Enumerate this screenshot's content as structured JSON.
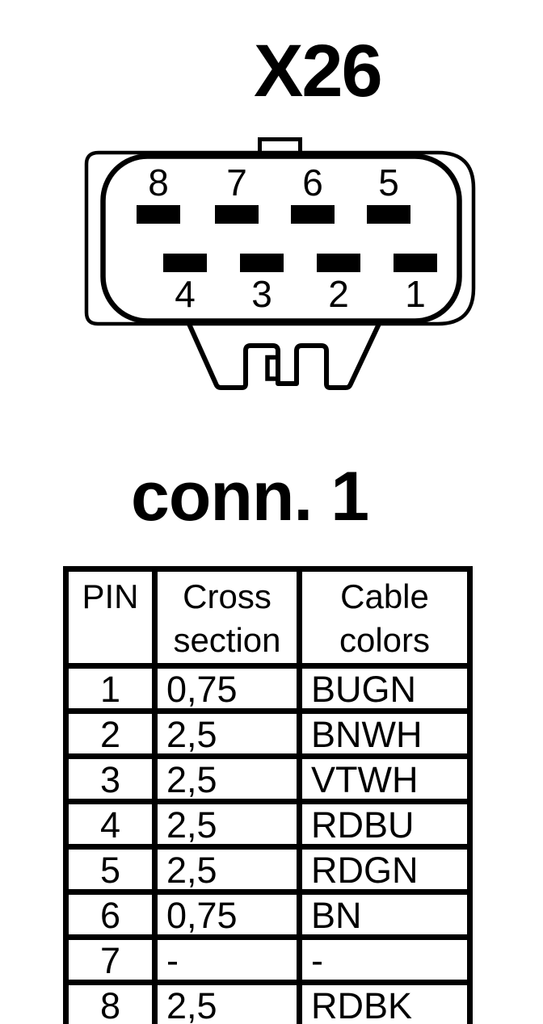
{
  "colors": {
    "ink": "#000000",
    "paper": "#ffffff"
  },
  "connector": {
    "title": "X26",
    "pins_top": [
      "8",
      "7",
      "6",
      "5"
    ],
    "pins_bottom": [
      "4",
      "3",
      "2",
      "1"
    ]
  },
  "section": {
    "title": "conn. 1"
  },
  "table": {
    "headers": {
      "pin": "PIN",
      "cross_section": "Cross section",
      "cable_colors": "Cable colors"
    },
    "rows": [
      {
        "pin": "1",
        "cross_section": "0,75",
        "cable_colors": "BUGN"
      },
      {
        "pin": "2",
        "cross_section": "2,5",
        "cable_colors": "BNWH"
      },
      {
        "pin": "3",
        "cross_section": "2,5",
        "cable_colors": "VTWH"
      },
      {
        "pin": "4",
        "cross_section": "2,5",
        "cable_colors": "RDBU"
      },
      {
        "pin": "5",
        "cross_section": "2,5",
        "cable_colors": "RDGN"
      },
      {
        "pin": "6",
        "cross_section": "0,75",
        "cable_colors": "BN"
      },
      {
        "pin": "7",
        "cross_section": "-",
        "cable_colors": "-"
      },
      {
        "pin": "8",
        "cross_section": "2,5",
        "cable_colors": "RDBK"
      }
    ]
  }
}
